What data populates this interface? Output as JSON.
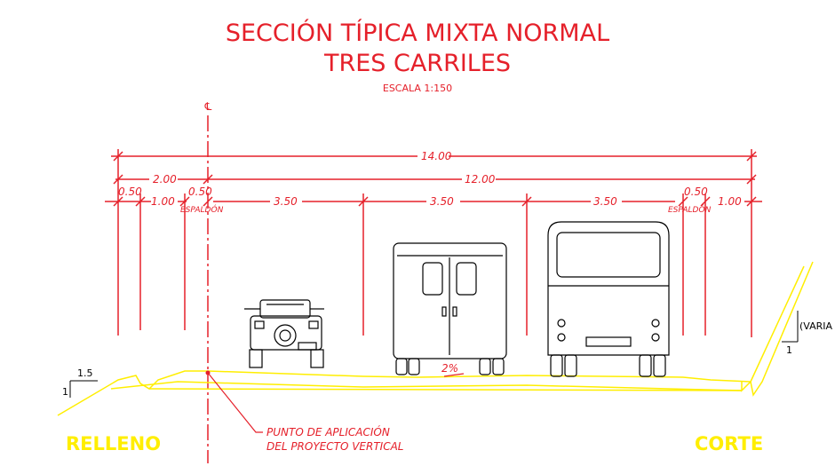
{
  "title": {
    "line1": "SECCIÓN TÍPICA MIXTA NORMAL",
    "line2": "TRES CARRILES",
    "scale": "ESCALA 1:150"
  },
  "centerline_symbol": "℄",
  "dimensions": {
    "total": "14.00",
    "left_group": "2.00",
    "roadway": "12.00",
    "left_050": "0.50",
    "left_100": "1.00",
    "left_050_b": "0.50",
    "left_shoulder": "ESPALDÓN",
    "lane1": "3.50",
    "lane2": "3.50",
    "lane3": "3.50",
    "right_050": "0.50",
    "right_shoulder": "ESPALDÓN",
    "right_100": "1.00"
  },
  "slope": {
    "left_run": "1.5",
    "left_rise": "1",
    "right_label": "(VARIA",
    "right_rise": "1",
    "crown": "2%"
  },
  "annotation": {
    "line1": "PUNTO DE APLICACIÓN",
    "line2": "DEL PROYECTO VERTICAL"
  },
  "labels": {
    "left": "RELLENO",
    "right": "CORTE"
  },
  "colors": {
    "dimension": "#e5202a",
    "pavement": "#ffee00",
    "vehicle": "#000000"
  }
}
